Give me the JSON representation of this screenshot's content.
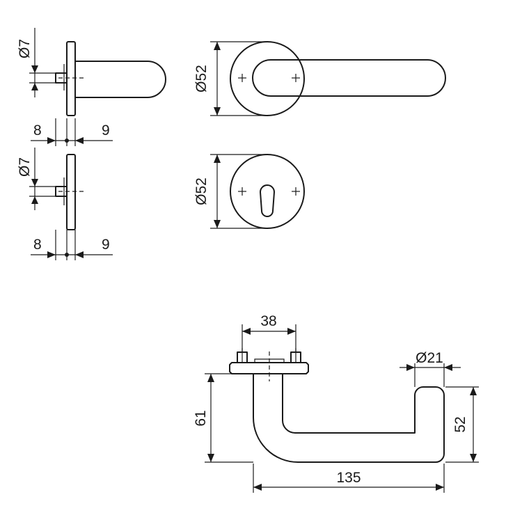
{
  "dimensions": {
    "pin_dia_top": "Ø7",
    "pin_dia_bottom": "Ø7",
    "left_offset_top": "8",
    "right_offset_top": "9",
    "left_offset_bottom": "8",
    "right_offset_bottom": "9",
    "rose_dia_lever": "Ø52",
    "rose_dia_key": "Ø52",
    "fixing_distance": "38",
    "grip_dia": "Ø21",
    "overall_height": "61",
    "grip_height": "52",
    "projection": "135"
  }
}
